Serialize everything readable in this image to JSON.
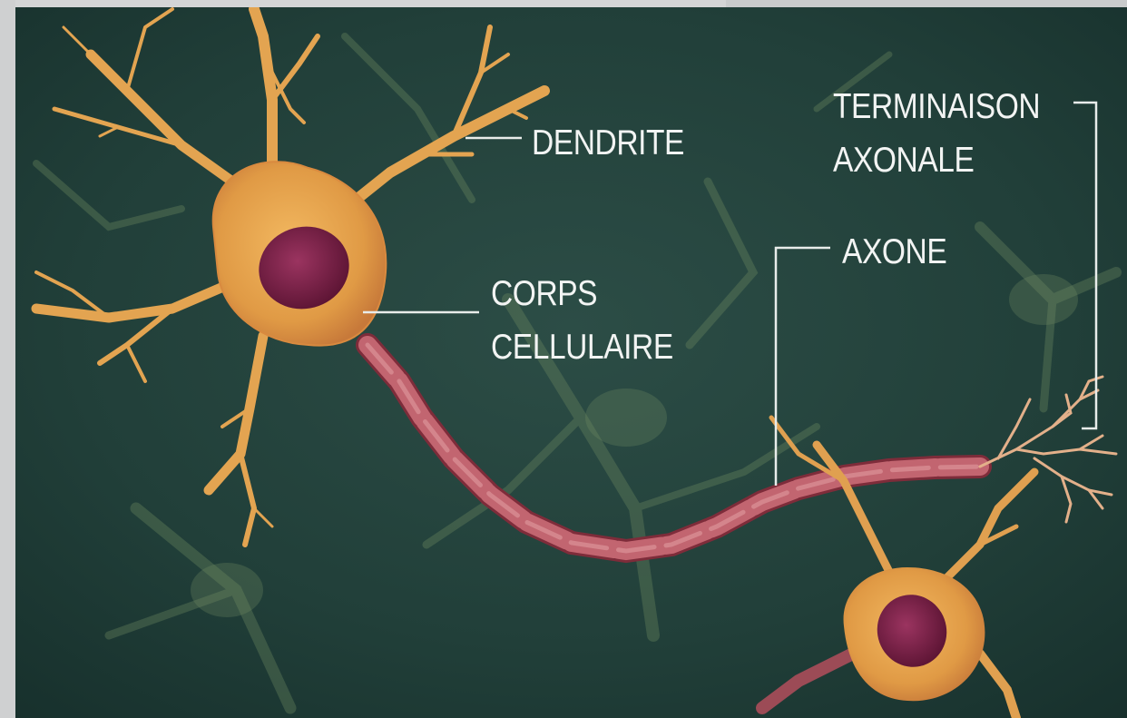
{
  "labels": {
    "dendrite": "DENDRITE",
    "terminal_line1": "TERMINAISON",
    "terminal_line2": "AXONALE",
    "axon": "AXONE",
    "body_line1": "CORPS",
    "body_line2": "CELLULAIRE"
  },
  "colors": {
    "background": "#1e3b36",
    "cell": "#e3a451",
    "nucleus": "#7d1f47",
    "axon": "#b55761",
    "text": "#f2f4f3",
    "leader": "#e8ecea"
  }
}
